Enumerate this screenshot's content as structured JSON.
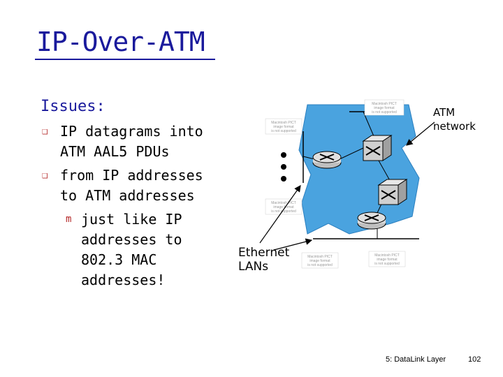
{
  "title": "IP-Over-ATM",
  "issues_heading": "Issues:",
  "bullets": [
    {
      "text": "IP datagrams into ATM AAL5 PDUs"
    },
    {
      "text": "from IP addresses to ATM addresses"
    }
  ],
  "sub_bullet": {
    "text": "just like IP addresses to 802.3 MAC addresses!"
  },
  "diagram": {
    "ethernet_label": "Ethernet LANs",
    "atm_label": "ATM network",
    "placeholder_text": [
      "Macintosh PICT",
      "image format",
      "is not supported"
    ]
  },
  "footer": {
    "course": "5: DataLink Layer",
    "page": "102"
  },
  "colors": {
    "title": "#1a1a9c",
    "atm_cloud": "#4aa3df",
    "bullet_mark": "#b52a2a"
  }
}
